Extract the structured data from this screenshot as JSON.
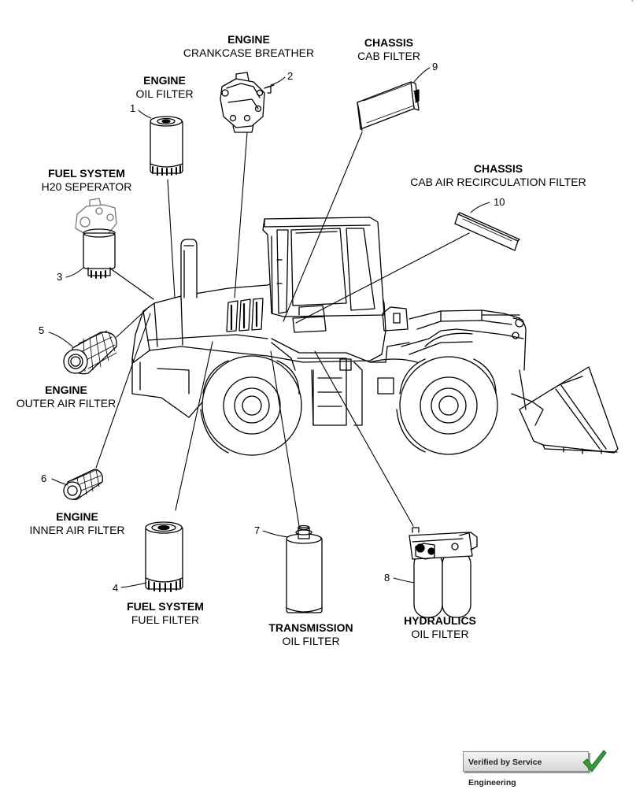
{
  "parts": [
    {
      "number": "1",
      "title": "ENGINE",
      "subtitle": "OIL FILTER"
    },
    {
      "number": "2",
      "title": "ENGINE",
      "subtitle": "CRANKCASE BREATHER"
    },
    {
      "number": "3",
      "title": "FUEL SYSTEM",
      "subtitle": "H20 SEPERATOR"
    },
    {
      "number": "4",
      "title": "FUEL SYSTEM",
      "subtitle": "FUEL FILTER"
    },
    {
      "number": "5",
      "title": "ENGINE",
      "subtitle": "OUTER AIR FILTER"
    },
    {
      "number": "6",
      "title": "ENGINE",
      "subtitle": "INNER AIR FILTER"
    },
    {
      "number": "7",
      "title": "TRANSMISSION",
      "subtitle": "OIL FILTER"
    },
    {
      "number": "8",
      "title": "HYDRAULICS",
      "subtitle": "OIL FILTER"
    },
    {
      "number": "9",
      "title": "CHASSIS",
      "subtitle": "CAB FILTER"
    },
    {
      "number": "10",
      "title": "CHASSIS",
      "subtitle": "CAB AIR  RECIRCULATION FILTER"
    }
  ],
  "badge": {
    "text": "Verified by Service Engineering",
    "check_color": "#3a9a3a"
  },
  "corner_mark": "`"
}
